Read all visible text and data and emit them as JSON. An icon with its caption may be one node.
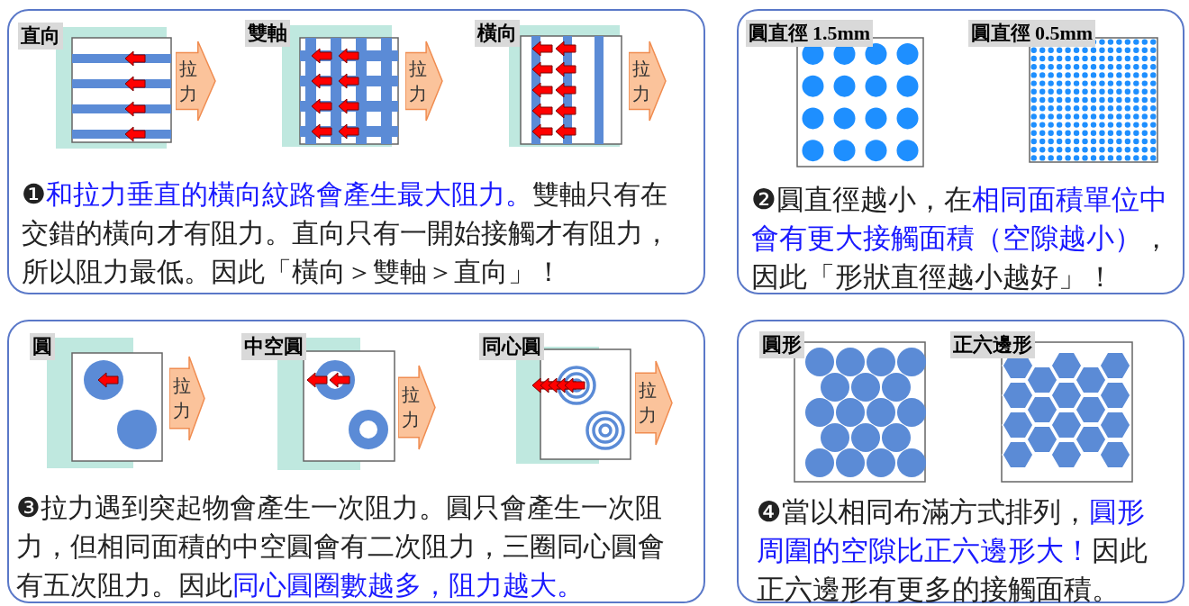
{
  "diagram": {
    "nodes": [
      {
        "text": [
          "❶**和拉力垂直的橫向紋路會產生最大阻力。**雙軸只有在交錯的橫向才有阻力。直向只有一開始接觸才有阻力，所以阻力最低。因此「橫向＞雙軸＞直向」！"
        ]
      },
      {
        "text": [
          "直向"
        ],
        "in": 0
      },
      {
        "text": [
          "拉力"
        ],
        "in": 0
      },
      {
        "text": [
          "雙軸"
        ],
        "in": 0
      },
      {
        "text": [
          "拉力"
        ],
        "in": 0
      },
      {
        "text": [
          "橫向"
        ],
        "in": 0
      },
      {
        "text": [
          "拉力"
        ],
        "in": 0
      },
      {
        "text": [
          "❷圓直徑越小，在**相同面積單位中會有更大接觸面積（空隙越小）**，因此「形狀直徑越小越好」！"
        ]
      },
      {
        "text": [
          "圓直徑 1.5mm"
        ],
        "in": 7
      },
      {
        "text": [
          "圓直徑 0.5mm"
        ],
        "in": 7
      },
      {
        "text": [
          "❸拉力遇到突起物會產生一次阻力。圓只會產生一次阻力，但相同面積的中空圓會有二次阻力，三圈同心圓會有五次阻力。因此**同心圓圈數越多，阻力越大。**"
        ]
      },
      {
        "text": [
          "圓"
        ],
        "in": 10
      },
      {
        "text": [
          "拉力"
        ],
        "in": 10
      },
      {
        "text": [
          "中空圓"
        ],
        "in": 10
      },
      {
        "text": [
          "拉力"
        ],
        "in": 10
      },
      {
        "text": [
          "同心圓"
        ],
        "in": 10
      },
      {
        "text": [
          "拉力"
        ],
        "in": 10
      },
      {
        "text": [
          "❹當以相同布滿方式排列，**圓形周圍的空隙比正六邊形大！**因此正六邊形有更多的接觸面積。"
        ]
      },
      {
        "text": [
          "圓形"
        ],
        "in": 17
      },
      {
        "text": [
          "正六邊形"
        ],
        "in": 17
      }
    ]
  }
}
